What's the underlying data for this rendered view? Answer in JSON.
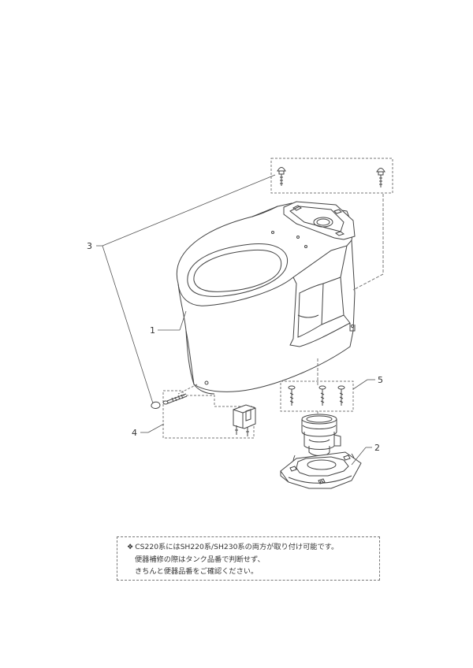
{
  "callouts": {
    "c1": "1",
    "c2": "2",
    "c3": "3",
    "c4": "4",
    "c5": "5"
  },
  "note": {
    "marker": "❖",
    "line1": "CS220系にはSH220系/SH230系の両方が取り付け可能です。",
    "line2": "便器補修の際はタンク品番で判断せず、",
    "line3": "きちんと便器品番をご確認ください。"
  },
  "icons": {
    "toilet_bowl": "toilet-bowl-body",
    "flange": "floor-flange-adapter",
    "bolts": "tank-bolt",
    "bracket": "mounting-bracket"
  },
  "colors": {
    "line": "#444444",
    "dash": "#777777"
  }
}
